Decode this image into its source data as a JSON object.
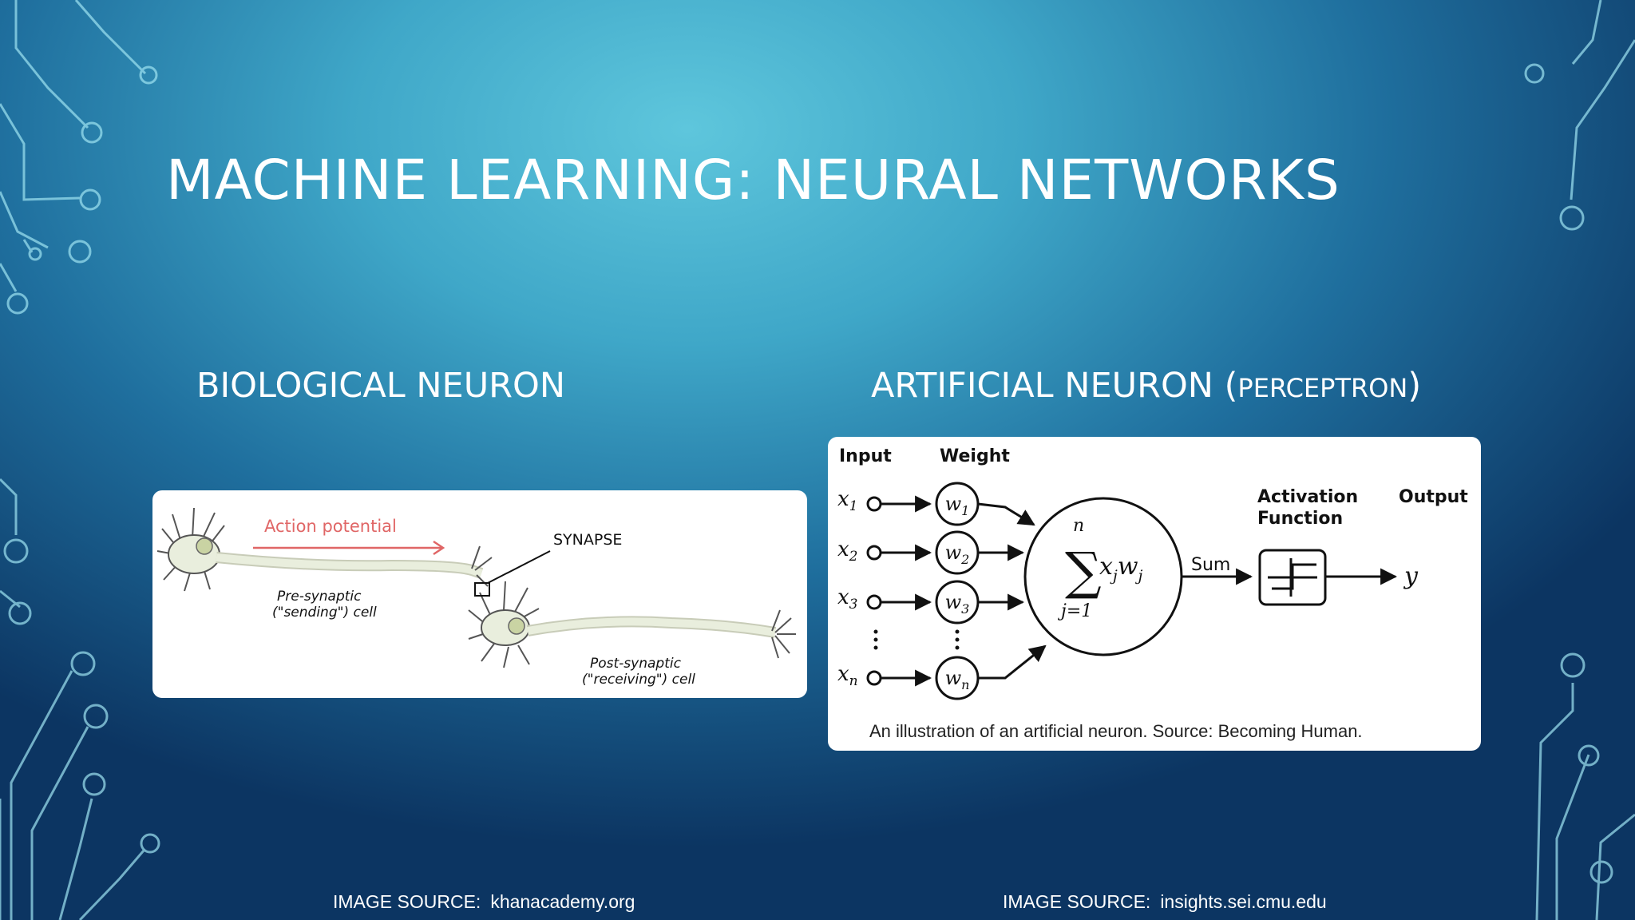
{
  "slide": {
    "title": "MACHINE LEARNING:  NEURAL NETWORKS",
    "left": {
      "heading": "BIOLOGICAL NEURON",
      "image": {
        "action_potential": "Action potential",
        "synapse": "SYNAPSE",
        "pre_1": "Pre-synaptic",
        "pre_2": "(\"sending\") cell",
        "post_1": "Post-synaptic",
        "post_2": "(\"receiving\") cell"
      },
      "source_label": "IMAGE SOURCE:",
      "source_value": "khanacademy.org"
    },
    "right": {
      "heading": "ARTIFICIAL NEURON (",
      "heading_small": "PERCEPTRON",
      "heading_close": ")",
      "image": {
        "input": "Input",
        "weight": "Weight",
        "activation_1": "Activation",
        "activation_2": "Function",
        "output": "Output",
        "sum": "Sum",
        "caption": "An illustration of an artificial neuron. Source: Becoming Human."
      },
      "source_label": "IMAGE SOURCE:",
      "source_value": "insights.sei.cmu.edu"
    }
  },
  "colors": {
    "accent_circuit": "#9fe4f2",
    "action_potential": "#e06666"
  }
}
